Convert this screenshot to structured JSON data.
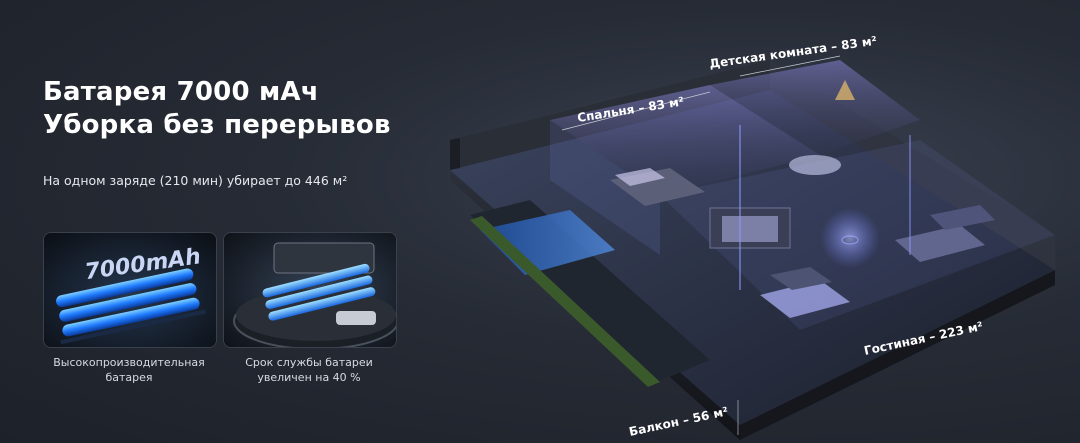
{
  "headline": {
    "line1": "Батарея 7000 мАч",
    "line2": "Уборка без перерывов"
  },
  "subtitle": "На одном заряде (210 мин) убирает до 446 м²",
  "features": [
    {
      "badge": "7000mAh",
      "caption_line1": "Высокопроизводительная",
      "caption_line2": "батарея"
    },
    {
      "caption_line1": "Срок службы батареи",
      "caption_line2": "увеличен на 40 %"
    }
  ],
  "rooms": {
    "kids": "Детская комната – 83 м²",
    "bedroom": "Спальня – 83 м²",
    "living": "Гостиная – 223 м²",
    "balcony": "Балкон – 56 м²"
  },
  "colors": {
    "accent": "#4a8cff",
    "glow": "#6f7cff",
    "background": "#262b35"
  }
}
